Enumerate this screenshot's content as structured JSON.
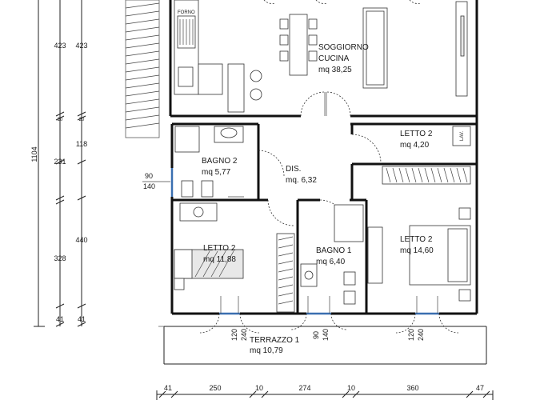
{
  "rooms": {
    "soggiorno": {
      "name_line1": "SOGGIORNO",
      "name_line2": "CUCINA",
      "area": "mq 38,25"
    },
    "letto2_small": {
      "name": "LETTO 2",
      "area": "mq 4,20"
    },
    "bagno2": {
      "name": "BAGNO 2",
      "area": "mq 5,77"
    },
    "dis": {
      "name": "DIS.",
      "area": "mq. 6,32"
    },
    "letto2_left": {
      "name": "LETTO 2",
      "area": "mq 11,88"
    },
    "bagno1": {
      "name": "BAGNO 1",
      "area": "mq 6,40"
    },
    "letto2_right": {
      "name": "LETTO 2",
      "area": "mq 14,60"
    },
    "terrazzo": {
      "name": "TERRAZZO 1",
      "area": "mq 10,79"
    }
  },
  "fixtures": {
    "forno": "FORNO",
    "lav": "LAV."
  },
  "dimensions": {
    "total_height": "1104",
    "left_col1": [
      "423",
      "231",
      "328",
      "41"
    ],
    "left_col2": [
      "423",
      "118",
      "440",
      "41"
    ],
    "wall_marks": [
      "20",
      "20"
    ],
    "window_left": [
      "90",
      "140"
    ],
    "door_terrace_1": [
      "120",
      "240"
    ],
    "door_terrace_2": [
      "90",
      "140"
    ],
    "door_terrace_3": [
      "120",
      "240"
    ],
    "bottom": [
      "41",
      "250",
      "10",
      "274",
      "10",
      "360",
      "47"
    ]
  }
}
